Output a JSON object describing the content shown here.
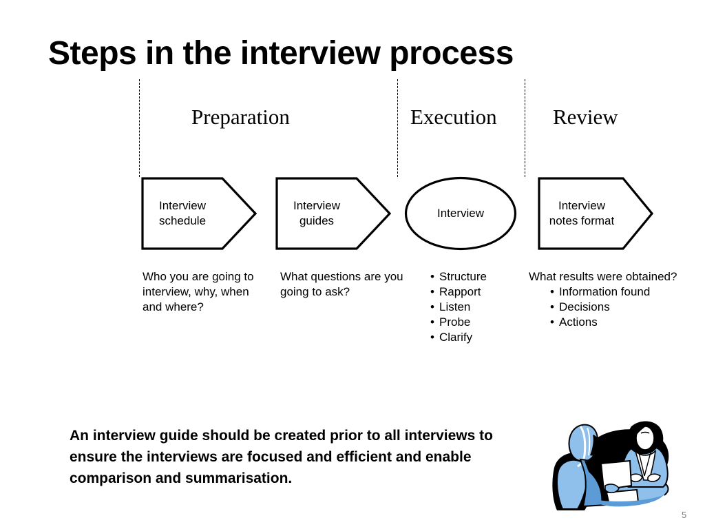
{
  "slide": {
    "title": "Steps in the interview process",
    "page_number": "5",
    "colors": {
      "text": "#000000",
      "background": "#ffffff",
      "page_number": "#808080",
      "clipart_blue": "#8FC0EC",
      "clipart_blue_dark": "#5C9BD6",
      "clipart_black": "#000000"
    }
  },
  "phases": [
    {
      "label": "Preparation"
    },
    {
      "label": "Execution"
    },
    {
      "label": "Review"
    }
  ],
  "steps": [
    {
      "shape": "chevron",
      "line1": "Interview",
      "line2": "schedule",
      "caption_text": "Who you are going to interview, why, when and where?"
    },
    {
      "shape": "chevron",
      "line1": "Interview",
      "line2": "guides",
      "caption_text": "What questions are you going to ask?"
    },
    {
      "shape": "ellipse",
      "line1": "Interview",
      "line2": "",
      "caption_bullets": [
        "Structure",
        "Rapport",
        "Listen",
        "Probe",
        "Clarify"
      ]
    },
    {
      "shape": "chevron",
      "line1": "Interview",
      "line2": "notes format",
      "caption_text": "What results were obtained?",
      "caption_sub_bullets": [
        "Information found",
        "Decisions",
        "Actions"
      ]
    }
  ],
  "bottom_statement": "An interview guide should be created prior to all interviews to ensure the interviews are focused and efficient and enable comparison and summarisation.",
  "clipart": {
    "name": "interview-two-people-at-table-illustration"
  }
}
